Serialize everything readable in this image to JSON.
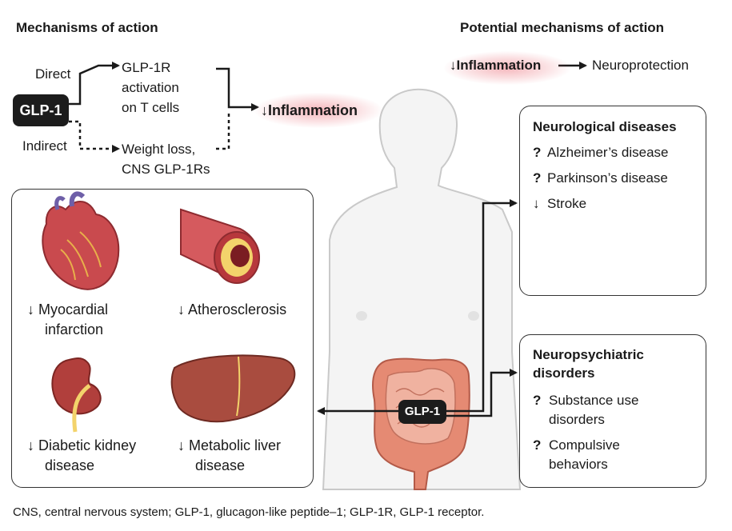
{
  "headers": {
    "left": "Mechanisms of action",
    "right": "Potential mechanisms of action"
  },
  "mechanisms": {
    "source": "GLP-1",
    "direct_label": "Direct",
    "indirect_label": "Indirect",
    "direct_target": [
      "GLP-1R",
      "activation",
      "on T cells"
    ],
    "indirect_target": [
      "Weight loss,",
      "CNS GLP-1Rs"
    ],
    "outcome_arrow": "↓",
    "outcome": "Inflammation"
  },
  "potential": {
    "arrow": "↓",
    "inflammation": "Inflammation",
    "result": "Neuroprotection"
  },
  "organs": {
    "heart": {
      "arrow": "↓",
      "lines": [
        "Myocardial",
        "infarction"
      ]
    },
    "artery": {
      "arrow": "↓",
      "lines": [
        "Atherosclerosis"
      ]
    },
    "kidney": {
      "arrow": "↓",
      "lines": [
        "Diabetic kidney",
        "disease"
      ]
    },
    "liver": {
      "arrow": "↓",
      "lines": [
        "Metabolic liver",
        "disease"
      ]
    }
  },
  "neuro": {
    "title": "Neurological diseases",
    "items": [
      {
        "marker": "?",
        "label": "Alzheimer’s disease"
      },
      {
        "marker": "?",
        "label": "Parkinson’s disease"
      },
      {
        "marker": "↓",
        "label": "Stroke"
      }
    ]
  },
  "psych": {
    "title": [
      "Neuropsychiatric",
      "disorders"
    ],
    "items": [
      {
        "marker": "?",
        "lines": [
          "Substance use",
          "disorders"
        ]
      },
      {
        "marker": "?",
        "lines": [
          "Compulsive",
          "behaviors"
        ]
      }
    ]
  },
  "gut_label": "GLP-1",
  "footnote": "CNS, central nervous system; GLP-1, glucagon-like peptide–1; GLP-1R, GLP-1 receptor.",
  "colors": {
    "glow": "#e85c68",
    "heart": "#c94a4e",
    "liver": "#a94c3f",
    "kidney": "#b13f3c",
    "fat": "#f3d36b",
    "brain": "#e8a99c",
    "intestine": "#e58a73"
  }
}
